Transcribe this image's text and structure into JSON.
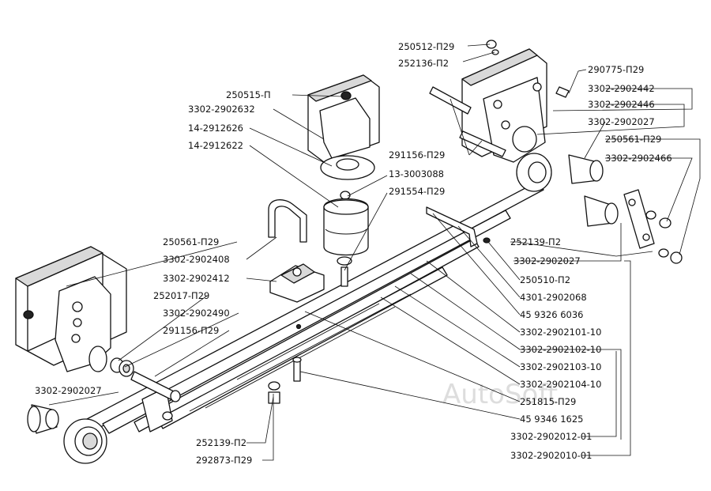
{
  "watermark": "AutoSoft",
  "labels": [
    {
      "text": "250512-П29"
    },
    {
      "text": "252136-П2"
    },
    {
      "text": "290775-П29"
    },
    {
      "text": "3302-2902442"
    },
    {
      "text": "3302-2902446"
    },
    {
      "text": "3302-2902027"
    },
    {
      "text": "250561-П29"
    },
    {
      "text": "3302-2902466"
    },
    {
      "text": "250515-П"
    },
    {
      "text": "3302-2902632"
    },
    {
      "text": "14-2912626"
    },
    {
      "text": "14-2912622"
    },
    {
      "text": "291156-П29"
    },
    {
      "text": "13-3003088"
    },
    {
      "text": "291554-П29"
    },
    {
      "text": "250561-П29"
    },
    {
      "text": "3302-2902408"
    },
    {
      "text": "3302-2902412"
    },
    {
      "text": "252017-П29"
    },
    {
      "text": "3302-2902490"
    },
    {
      "text": "291156-П29"
    },
    {
      "text": "3302-2902027"
    },
    {
      "text": "252139-П2"
    },
    {
      "text": "3302-2902027"
    },
    {
      "text": "250510-П2"
    },
    {
      "text": "4301-2902068"
    },
    {
      "text": "45 9326 6036"
    },
    {
      "text": "3302-2902101-10"
    },
    {
      "text": "3302-2902102-10"
    },
    {
      "text": "3302-2902103-10"
    },
    {
      "text": "3302-2902104-10"
    },
    {
      "text": "251815-П29"
    },
    {
      "text": "45 9346 1625"
    },
    {
      "text": "3302-2902012-01"
    },
    {
      "text": "3302-2902010-01"
    },
    {
      "text": "252139-П2"
    },
    {
      "text": "292873-П29"
    }
  ]
}
